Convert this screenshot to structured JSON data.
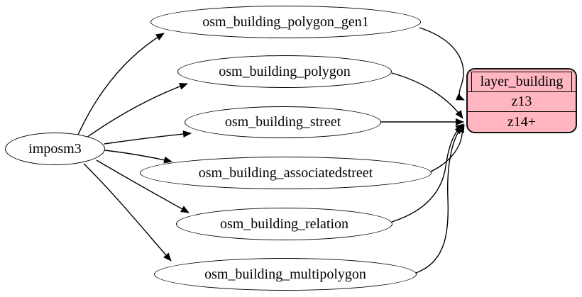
{
  "diagram": {
    "background_color": "#ffffff",
    "source": {
      "label": "imposm3"
    },
    "tables": [
      {
        "label": "osm_building_polygon_gen1"
      },
      {
        "label": "osm_building_polygon"
      },
      {
        "label": "osm_building_street"
      },
      {
        "label": "osm_building_associatedstreet"
      },
      {
        "label": "osm_building_relation"
      },
      {
        "label": "osm_building_multipolygon"
      }
    ],
    "layer": {
      "title": "layer_building",
      "rows": [
        "z13",
        "z14+"
      ],
      "fill_color": "#ffb6c1",
      "stroke_color": "#000000"
    },
    "edges": [
      {
        "from": "imposm3",
        "to": "osm_building_polygon_gen1"
      },
      {
        "from": "imposm3",
        "to": "osm_building_polygon"
      },
      {
        "from": "imposm3",
        "to": "osm_building_street"
      },
      {
        "from": "imposm3",
        "to": "osm_building_associatedstreet"
      },
      {
        "from": "imposm3",
        "to": "osm_building_relation"
      },
      {
        "from": "imposm3",
        "to": "osm_building_multipolygon"
      },
      {
        "from": "osm_building_polygon_gen1",
        "to": "layer_building:z13"
      },
      {
        "from": "osm_building_polygon",
        "to": "layer_building:z14+"
      },
      {
        "from": "osm_building_street",
        "to": "layer_building:z14+"
      },
      {
        "from": "osm_building_associatedstreet",
        "to": "layer_building:z14+"
      },
      {
        "from": "osm_building_relation",
        "to": "layer_building:z14+"
      },
      {
        "from": "osm_building_multipolygon",
        "to": "layer_building:z14+"
      }
    ]
  }
}
